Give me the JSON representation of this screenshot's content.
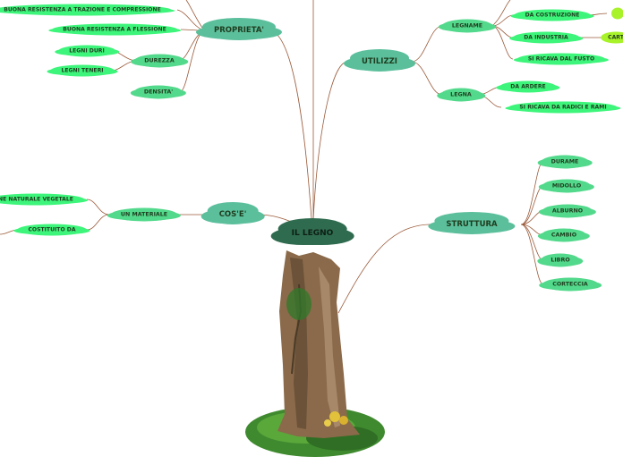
{
  "central_topic": "IL LEGNO",
  "branches": {
    "proprieta": {
      "label": "PROPRIETA'",
      "items": {
        "trazione": "BUONA RESISTENZA A TRAZIONE E COMPRESSIONE",
        "flessione": "BUONA RESISTENZA A FLESSIONE",
        "durezza": "DUREZZA",
        "legni_duri": "LEGNI DURI",
        "legni_teneri": "LEGNI TENERI",
        "densita": "DENSITA'"
      }
    },
    "utilizzi": {
      "label": "UTILIZZI",
      "items": {
        "legname": "LEGNAME",
        "costruzione": "DA COSTRUZIONE",
        "industria": "DA INDUSTRIA",
        "carta": "CART",
        "fusto": "SI RICAVA DAL FUSTO",
        "legna": "LEGNA",
        "ardere": "DA ARDERE",
        "radici_rami": "SI RICAVA DA RADICI E RAMI"
      }
    },
    "cose": {
      "label": "COS'E'",
      "items": {
        "materiale": "UN MATERIALE",
        "naturale": "NE NATURALE VEGETALE",
        "costituito": "COSTITUITO DA"
      }
    },
    "struttura": {
      "label": "STRUTTURA",
      "items": [
        "DURAME",
        "MIDOLLO",
        "ALBURNO",
        "CAMBIO",
        "LIBRO",
        "CORTECCIA"
      ]
    }
  },
  "colors": {
    "link": "#9a5a3a",
    "root": "#2f6b4f",
    "level1": "#5bbf9c",
    "level2": "#52d98b",
    "level3": "#3df57a",
    "level4": "#a8f22a"
  }
}
